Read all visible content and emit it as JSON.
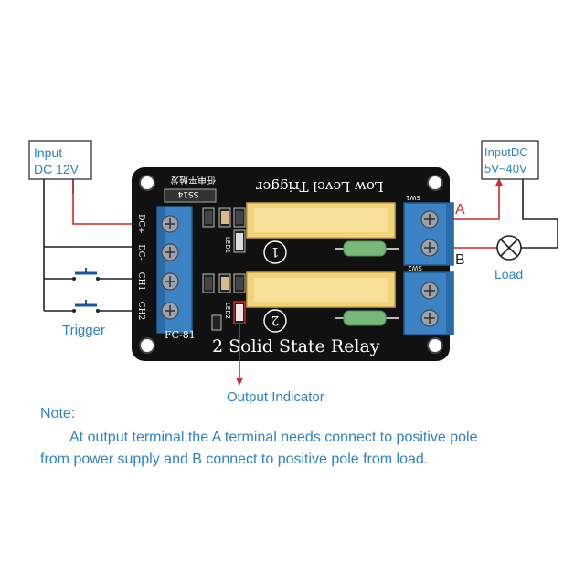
{
  "labels": {
    "input_dc12": [
      "Input",
      "DC 12V"
    ],
    "input_dc_load": [
      "InputDC",
      "5V~40V"
    ],
    "terminal_a": "A",
    "terminal_b": "B",
    "load": "Load",
    "trigger": "Trigger",
    "output_indicator": "Output Indicator"
  },
  "board": {
    "title": "2 Solid State Relay",
    "trigger_text": "Low Level Trigger",
    "chinese_text": "低电平触发",
    "ss_label": "SS14",
    "pins": [
      "DC+",
      "DC-",
      "CH1",
      "CH2"
    ],
    "pin_block_label": "FC-81",
    "relay_numbers": [
      "1",
      "2"
    ],
    "sw_labels": [
      "SW1",
      "SW2"
    ],
    "led_labels": [
      "LED1",
      "LED2"
    ]
  },
  "note": {
    "title": "Note:",
    "line1": "At output terminal,the A terminal needs connect to positive pole",
    "line2": "from power supply and B connect to positive pole from load."
  },
  "colors": {
    "accent_red": "#d4262b",
    "note_blue": "#2f82c8",
    "board": "#111111",
    "relay_yellow": "#f1d47a",
    "terminal_blue": "#3b83c4"
  }
}
